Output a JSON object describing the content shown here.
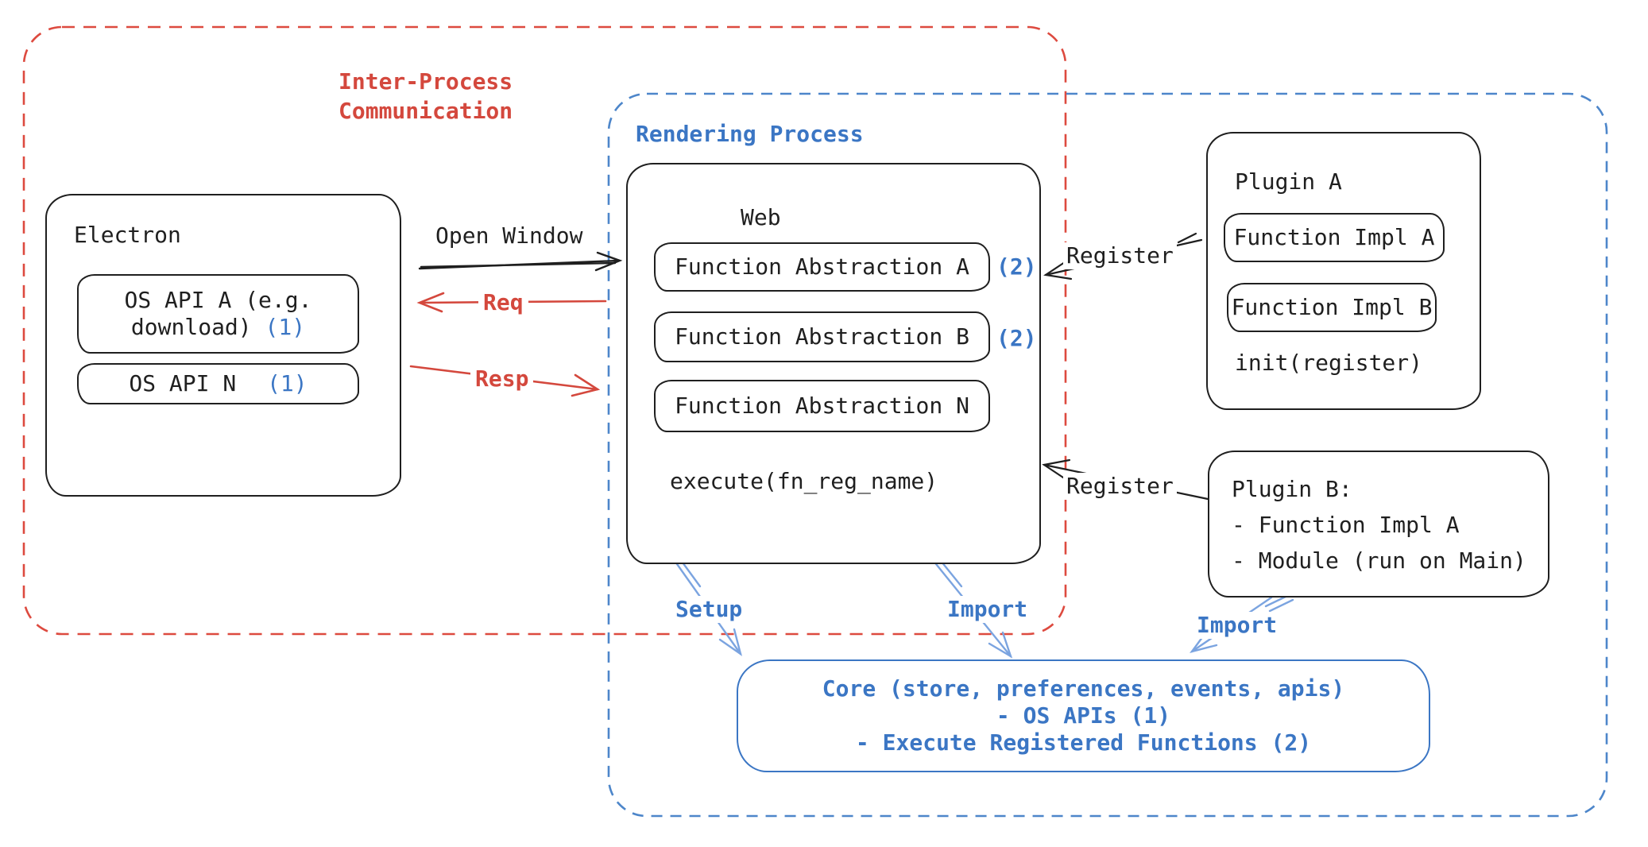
{
  "regions": {
    "ipc": {
      "title_line1": "Inter-Process",
      "title_line2": "Communication"
    },
    "rendering": {
      "title": "Rendering Process"
    }
  },
  "electron": {
    "title": "Electron",
    "apis": [
      {
        "label": "OS API A (e.g. download)",
        "badge": "(1)"
      },
      {
        "label": "OS API N",
        "badge": "(1)"
      }
    ]
  },
  "web": {
    "title": "Web",
    "abstractions": [
      {
        "label": "Function Abstraction A",
        "badge": "(2)"
      },
      {
        "label": "Function Abstraction B",
        "badge": "(2)"
      },
      {
        "label": "Function Abstraction N",
        "badge": ""
      }
    ],
    "execute_label": "execute(fn_reg_name)"
  },
  "plugin_a": {
    "title": "Plugin A",
    "impls": [
      {
        "label": "Function Impl A"
      },
      {
        "label": "Function Impl B"
      }
    ],
    "init_label": "init(register)"
  },
  "plugin_b": {
    "title": "Plugin B:",
    "items": [
      "- Function Impl A",
      "- Module (run on Main)"
    ]
  },
  "core": {
    "lines": [
      "Core (store, preferences, events, apis)",
      "- OS APIs (1)",
      "- Execute Registered Functions (2)"
    ]
  },
  "arrows": {
    "open_window": "Open Window",
    "req": "Req",
    "resp": "Resp",
    "register_top": "Register",
    "register_bottom": "Register",
    "setup": "Setup",
    "import_left": "Import",
    "import_right": "Import"
  },
  "colors": {
    "black": "#1f1f1f",
    "red": "#d4483d",
    "red_dash": "#dd4a3f",
    "blue": "#3b76c4",
    "blue_dash": "#4d86ca",
    "blue_light_arrow": "#7ba4e0"
  }
}
